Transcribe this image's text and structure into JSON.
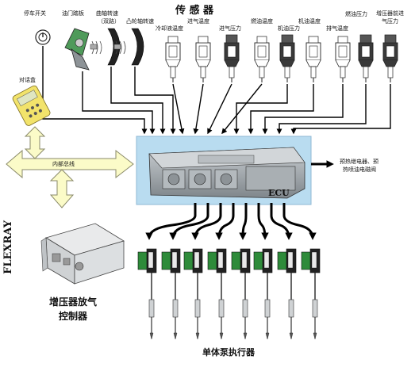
{
  "header": {
    "title": "传  感  器"
  },
  "sensors": {
    "parking_switch": "停车开关",
    "throttle_pedal": "油门踏板",
    "crank_speed_line1": "曲轴转速",
    "crank_speed_line2": "（双路）",
    "cam_speed": "凸轮轴转速",
    "coolant_temp": "冷却液温度",
    "intake_temp": "进气温度",
    "intake_pressure": "进气压力",
    "fuel_temp": "燃油温度",
    "oil_temp": "机油温度",
    "oil_pressure": "机油压力",
    "exhaust_temp": "排气温度",
    "fuel_pressure": "燃油压力",
    "boost_line1": "增压器前进",
    "boost_line2": "气压力"
  },
  "left": {
    "dialog_box": "对话盒",
    "internal_bus": "内部总线",
    "flexray": "FLEXRAY",
    "wastegate_line1": "增压器放气",
    "wastegate_line2": "控制器"
  },
  "ecu": {
    "label": "ECU",
    "output_line1": "预热继电器、预",
    "output_line2": "热喷油电磁阀"
  },
  "footer": {
    "pump_label": "单体泵执行器"
  },
  "colors": {
    "ecu_bg": "#b9dcf0",
    "bus_arrow": "#fbfbc8",
    "bus_stroke": "#8a8a6a",
    "metal": "#9aa0a4",
    "line": "#000000",
    "injector_green": "#2e8b3a"
  }
}
